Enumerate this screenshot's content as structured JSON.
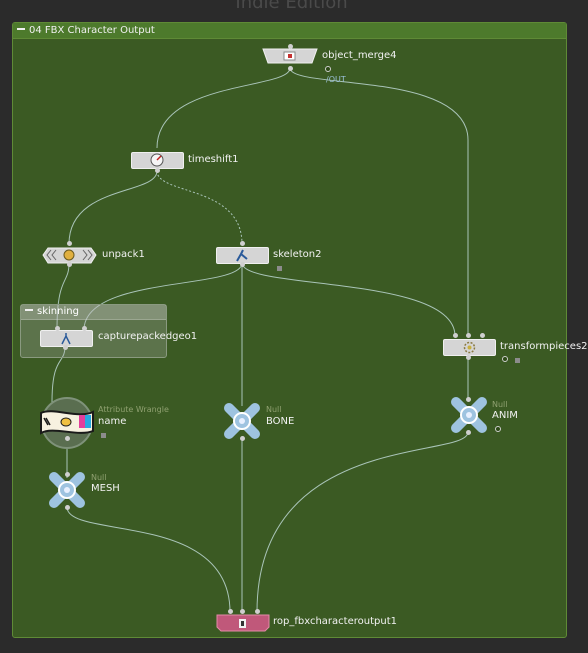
{
  "app": {
    "watermark": "Indie Edition"
  },
  "network_box": {
    "title": "04 FBX Character Output"
  },
  "subnet_box": {
    "title": "skinning"
  },
  "nodes": {
    "object_merge": {
      "label": "object_merge4",
      "path": "/OUT",
      "icon": "object-merge-icon"
    },
    "timeshift": {
      "label": "timeshift1",
      "icon": "timeshift-gauge-icon"
    },
    "unpack": {
      "label": "unpack1",
      "icon": "unpack-icon"
    },
    "skeleton": {
      "label": "skeleton2",
      "icon": "skeleton-icon"
    },
    "capture": {
      "label": "capturepackedgeo1",
      "icon": "capture-icon"
    },
    "transformpieces": {
      "label": "transformpieces2",
      "icon": "transformpieces-icon"
    },
    "wrangle": {
      "type": "Attribute Wrangle",
      "label": "name",
      "icon": "attribute-wrangle-icon"
    },
    "bone": {
      "type": "Null",
      "label": "BONE",
      "icon": "null-icon"
    },
    "anim": {
      "type": "Null",
      "label": "ANIM",
      "icon": "null-icon"
    },
    "mesh": {
      "type": "Null",
      "label": "MESH",
      "icon": "null-icon"
    },
    "rop": {
      "label": "rop_fbxcharacteroutput1",
      "icon": "rop-output-icon"
    }
  },
  "colors": {
    "network_bg": "#3b5a23",
    "wire": "#a9c4b8",
    "rop_tile": "#c0587a",
    "null_icon": "#9ec3e0"
  }
}
